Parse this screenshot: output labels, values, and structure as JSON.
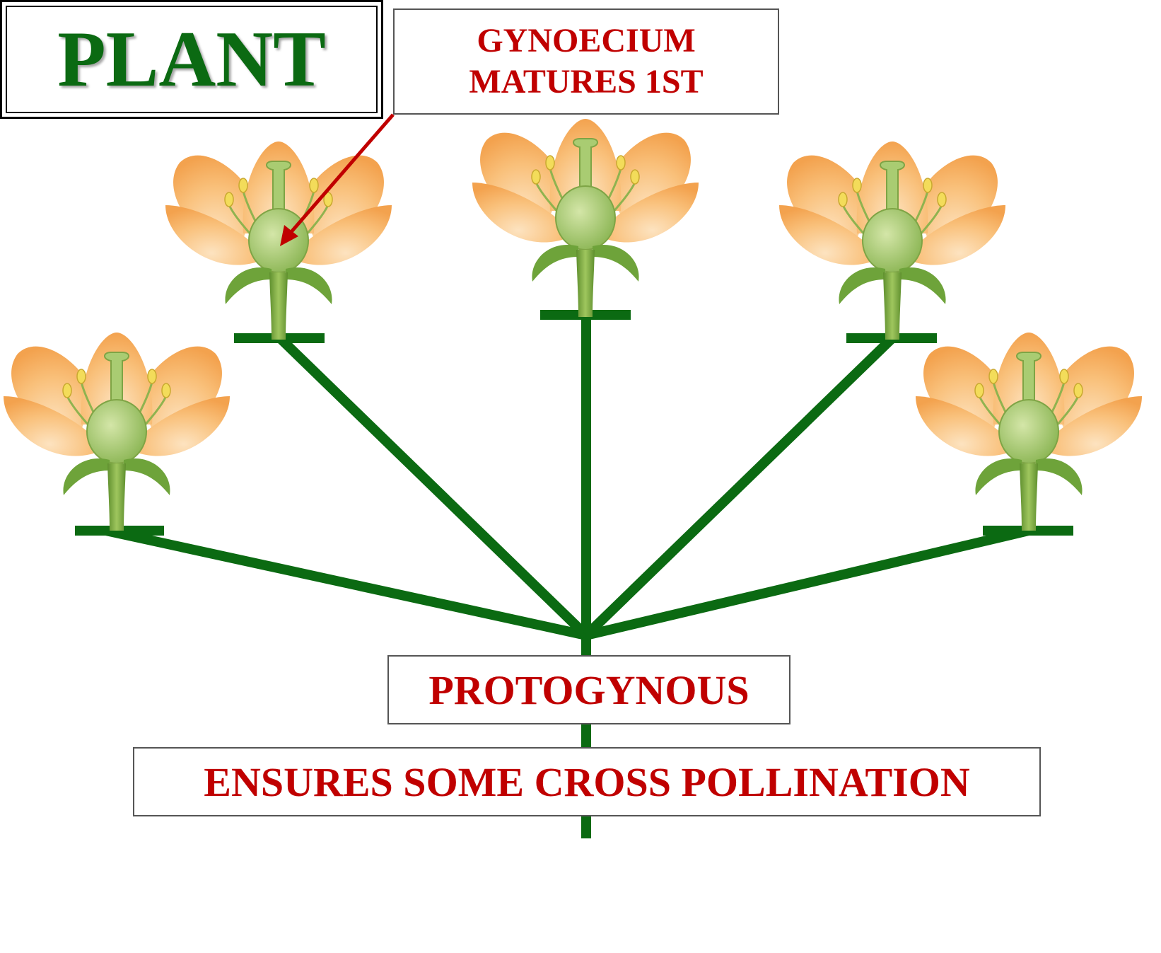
{
  "labels": {
    "gynoecium_line1": "GYNOECIUM",
    "gynoecium_line2": "MATURES 1ST",
    "protogynous": "PROTOGYNOUS",
    "ensures": "ENSURES SOME CROSS POLLINATION",
    "plant": "PLANT"
  },
  "colors": {
    "stem": "#0b6a12",
    "label_text": "#c00000",
    "arrow": "#c00000",
    "petal": "#f7b56a",
    "pistil": "#9cc46a",
    "anther": "#f3dc5a"
  }
}
